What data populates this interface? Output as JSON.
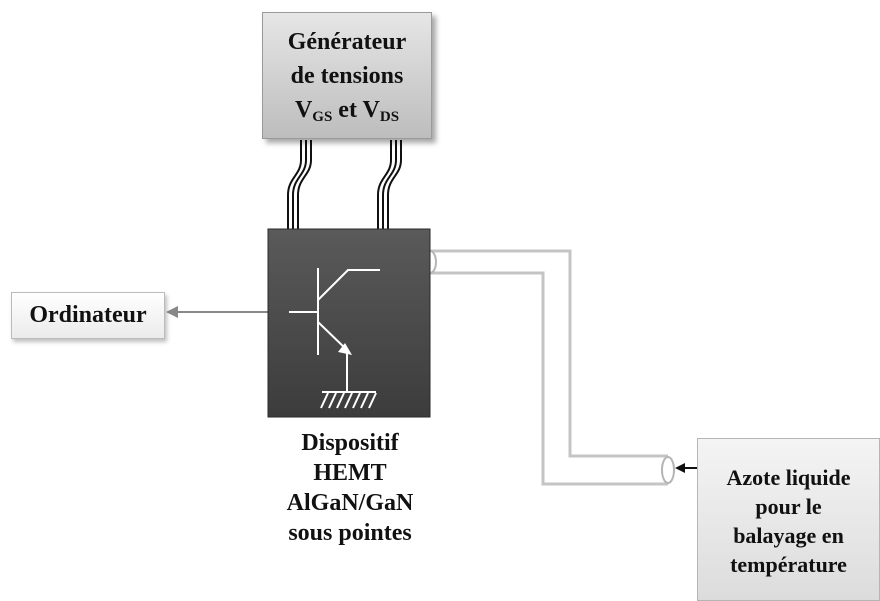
{
  "generator": {
    "line1": "Générateur",
    "line2": "de tensions",
    "v1": "V",
    "v1_sub": "GS",
    "mid": " et ",
    "v2": "V",
    "v2_sub": "DS"
  },
  "computer": {
    "label": "Ordinateur"
  },
  "device": {
    "lines": [
      "Dispositif",
      "HEMT",
      "AlGaN/GaN",
      "sous pointes"
    ]
  },
  "nitrogen": {
    "lines": [
      "Azote liquide",
      "pour le",
      "balayage en",
      "température"
    ]
  },
  "colors": {
    "device_fill": "#505050",
    "cable": "#bdbdbd",
    "arrow": "#888888"
  }
}
